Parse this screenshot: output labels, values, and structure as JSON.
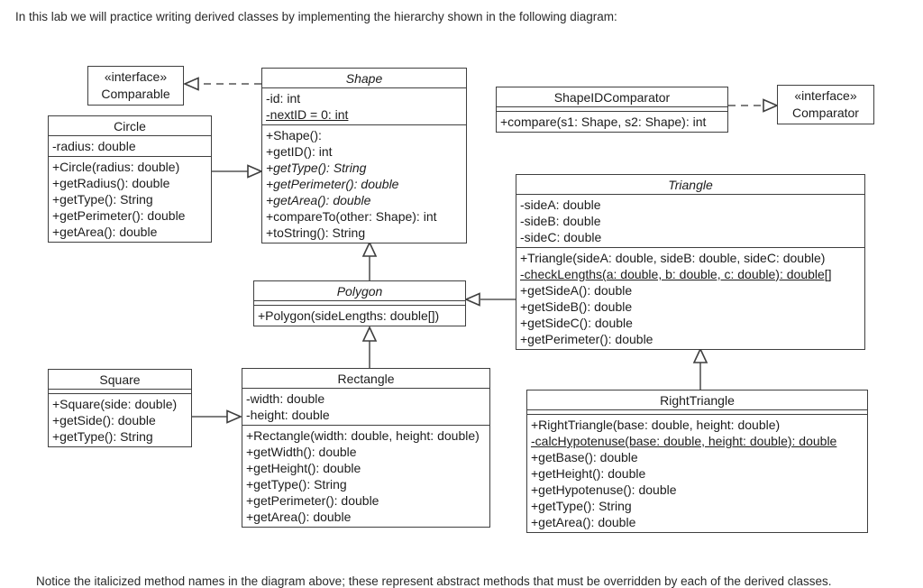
{
  "intro_text": "In this lab we will practice writing derived classes by implementing the hierarchy shown in the following diagram:",
  "footer_partial_text": "Notice the italicized method names in the diagram above; these represent abstract methods that must be overridden by each of the derived classes.",
  "colors": {
    "background": "#ffffff",
    "box_border": "#3f3f3f",
    "text": "#1c1c1c",
    "connector": "#555555"
  },
  "diagram": {
    "interfaces": {
      "comparable": {
        "stereotype": "«interface»",
        "name": "Comparable"
      },
      "comparator": {
        "stereotype": "«interface»",
        "name": "Comparator"
      }
    },
    "classes": {
      "shape": {
        "name": "Shape",
        "abstract": true,
        "attributes": [
          "-id: int",
          "-nextID = 0: int"
        ],
        "methods": [
          "+Shape():",
          "+getID(): int",
          "+getType(): String",
          "+getPerimeter(): double",
          "+getArea(): double",
          "+compareTo(other: Shape): int",
          "+toString(): String"
        ]
      },
      "circle": {
        "name": "Circle",
        "abstract": false,
        "attributes": [
          "-radius: double"
        ],
        "methods": [
          "+Circle(radius: double)",
          "+getRadius(): double",
          "+getType(): String",
          "+getPerimeter(): double",
          "+getArea(): double"
        ]
      },
      "shape_id_comparator": {
        "name": "ShapeIDComparator",
        "abstract": false,
        "attributes": [],
        "methods": [
          "+compare(s1: Shape, s2: Shape): int"
        ]
      },
      "triangle": {
        "name": "Triangle",
        "abstract": true,
        "attributes": [
          "-sideA: double",
          "-sideB: double",
          "-sideC: double"
        ],
        "methods": [
          "+Triangle(sideA: double, sideB: double, sideC: double)",
          "-checkLengths(a: double, b: double, c: double): double[]",
          "+getSideA(): double",
          "+getSideB(): double",
          "+getSideC(): double",
          "+getPerimeter(): double"
        ]
      },
      "polygon": {
        "name": "Polygon",
        "abstract": true,
        "attributes": [],
        "methods": [
          "+Polygon(sideLengths: double[])"
        ]
      },
      "square": {
        "name": "Square",
        "abstract": false,
        "attributes": [],
        "methods": [
          "+Square(side: double)",
          "+getSide(): double",
          "+getType(): String"
        ]
      },
      "rectangle": {
        "name": "Rectangle",
        "abstract": false,
        "attributes": [
          "-width: double",
          "-height: double"
        ],
        "methods": [
          "+Rectangle(width: double, height: double)",
          "+getWidth(): double",
          "+getHeight(): double",
          "+getType(): String",
          "+getPerimeter(): double",
          "+getArea(): double"
        ]
      },
      "right_triangle": {
        "name": "RightTriangle",
        "abstract": false,
        "attributes": [],
        "methods": [
          "+RightTriangle(base: double, height: double)",
          "-calcHypotenuse(base: double, height: double): double",
          "+getBase(): double",
          "+getHeight(): double",
          "+getHypotenuse(): double",
          "+getType(): String",
          "+getArea(): double"
        ]
      }
    },
    "relationships": [
      {
        "type": "realization",
        "from": "Shape",
        "to": "Comparable"
      },
      {
        "type": "generalization",
        "from": "Circle",
        "to": "Shape"
      },
      {
        "type": "realization",
        "from": "ShapeIDComparator",
        "to": "Comparator"
      },
      {
        "type": "generalization",
        "from": "Polygon",
        "to": "Shape"
      },
      {
        "type": "generalization",
        "from": "Triangle",
        "to": "Polygon"
      },
      {
        "type": "generalization",
        "from": "Rectangle",
        "to": "Polygon"
      },
      {
        "type": "generalization",
        "from": "Square",
        "to": "Rectangle"
      },
      {
        "type": "generalization",
        "from": "RightTriangle",
        "to": "Triangle"
      }
    ]
  }
}
